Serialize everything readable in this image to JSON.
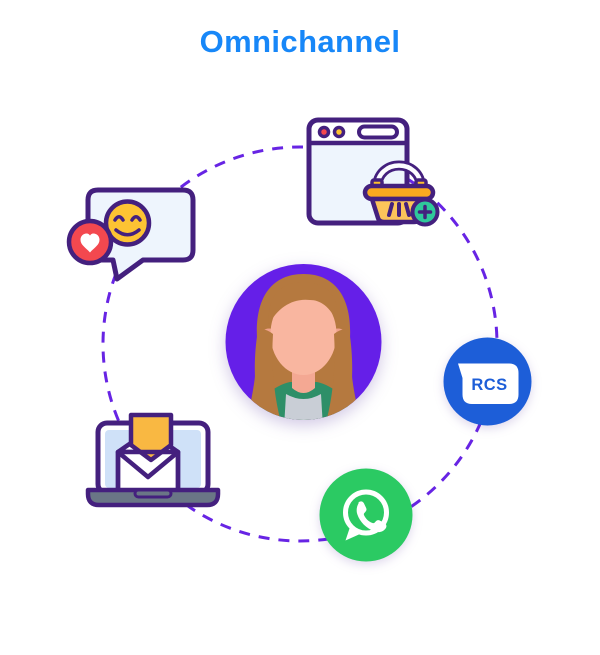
{
  "page": {
    "background": "#ffffff"
  },
  "header": {
    "title": "Omnichannel",
    "title_color": "#1787f8"
  },
  "diagram": {
    "ring_color": "#6724e4",
    "outline_color": "#44207e",
    "avatar": {
      "name": "woman-avatar",
      "bg_color": "#651fe8",
      "hair_color": "#b5793f",
      "skin_color": "#f9b6a0",
      "jacket_color": "#2e8f68",
      "shirt_color": "#c9ced6"
    },
    "nodes": {
      "browser_basket": {
        "name": "online-store-browser-with-basket",
        "basket_color": "#fcc45a",
        "rim_color": "#f9a91f",
        "plus_color": "#2fc89b"
      },
      "chat_social": {
        "name": "chat-bubble-with-smiley-and-heart",
        "smiley_color": "#fdc333",
        "heart_badge_color": "#f3484f"
      },
      "rcs": {
        "label": "RCS",
        "brand_color": "#1d5ed8"
      },
      "whatsapp": {
        "name": "whatsapp-logo",
        "brand_color": "#2bca63"
      },
      "email_laptop": {
        "name": "laptop-with-open-envelope",
        "paper_color": "#f9b842",
        "screen_color": "#cfe1f8",
        "base_color": "#6a7686"
      }
    }
  }
}
